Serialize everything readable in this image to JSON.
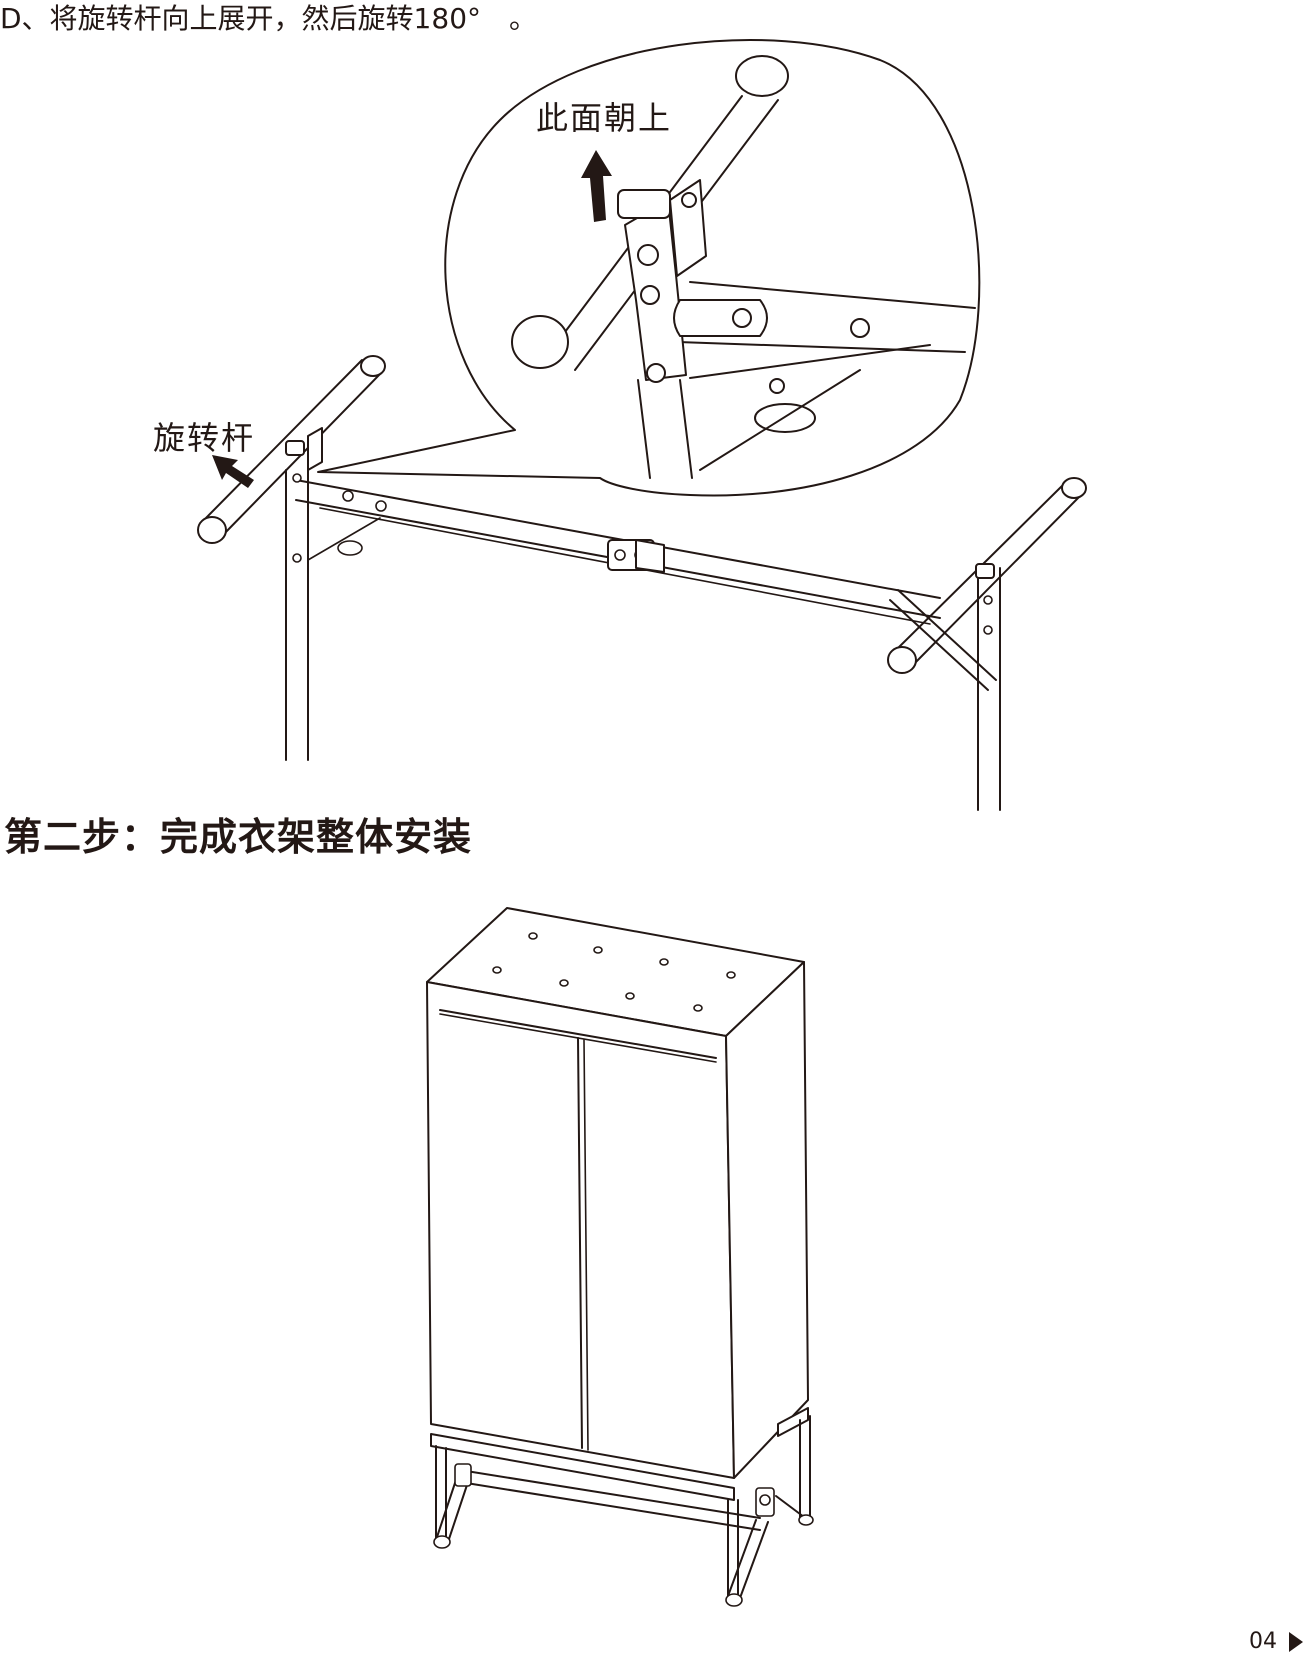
{
  "step_d": {
    "text": "D、将旋转杆向上展开，然后旋转180°　。"
  },
  "callouts": {
    "face_up": "此面朝上",
    "rotating_rod": "旋转杆"
  },
  "section": {
    "title": "第二步：完成衣架整体安装"
  },
  "page": {
    "number": "04"
  }
}
